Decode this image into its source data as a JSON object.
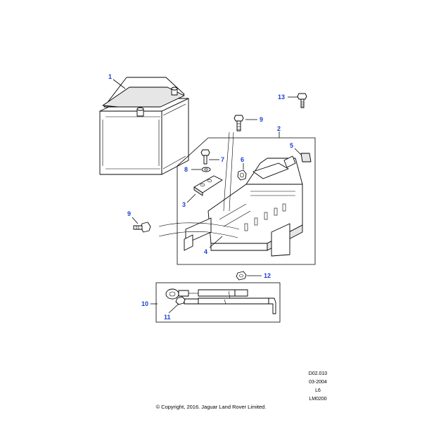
{
  "callouts": [
    {
      "id": "1",
      "label": "1"
    },
    {
      "id": "2",
      "label": "2"
    },
    {
      "id": "3",
      "label": "3"
    },
    {
      "id": "4",
      "label": "4"
    },
    {
      "id": "5",
      "label": "5"
    },
    {
      "id": "6",
      "label": "6"
    },
    {
      "id": "7",
      "label": "7"
    },
    {
      "id": "8",
      "label": "8"
    },
    {
      "id": "9a",
      "label": "9"
    },
    {
      "id": "9b",
      "label": "9"
    },
    {
      "id": "10",
      "label": "10"
    },
    {
      "id": "11",
      "label": "11"
    },
    {
      "id": "12",
      "label": "12"
    },
    {
      "id": "13",
      "label": "13"
    }
  ],
  "reference": {
    "line1": "D02.010",
    "line2": "03-2004",
    "line3": "L6",
    "line4": "LM0200"
  },
  "copyright": "© Copyright, 2016. Jaguar Land Rover Limited.",
  "colors": {
    "callout": "#1a3fd1",
    "line": "#000000",
    "background": "#ffffff"
  }
}
